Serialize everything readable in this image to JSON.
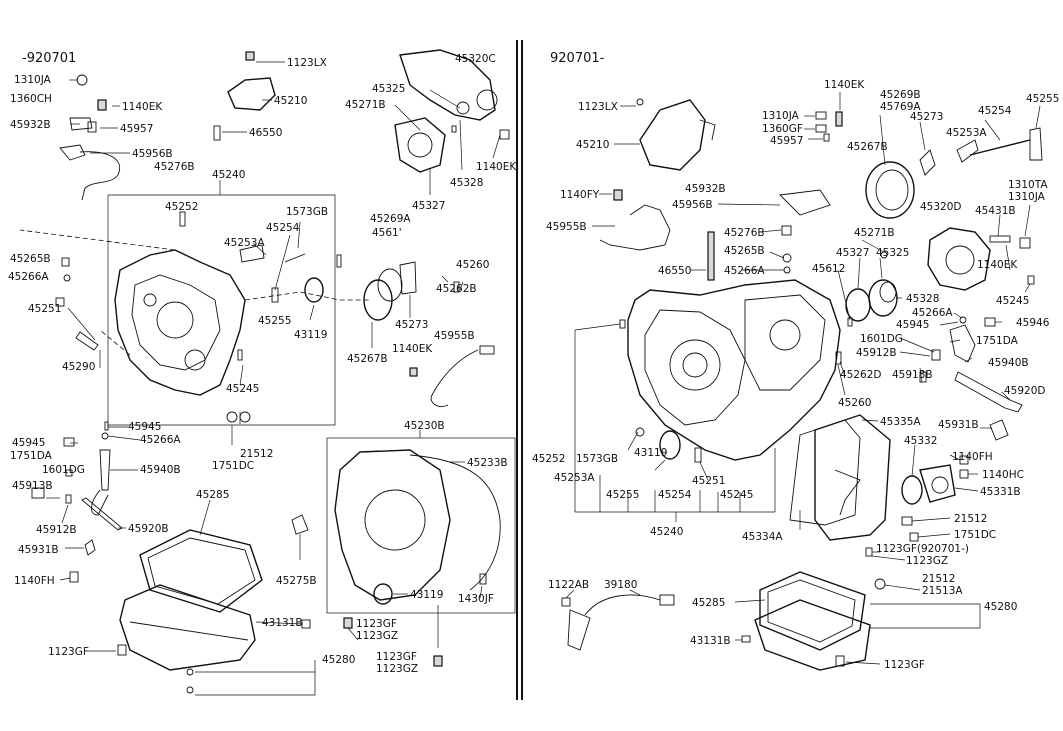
{
  "left_panel": {
    "header": "-920701",
    "labels": {
      "p1310JA": "1310JA",
      "p1360CH": "1360CH",
      "p1140EK": "1140EK",
      "p45932B": "45932B",
      "p45957": "45957",
      "p45956B": "45956B",
      "p1123LX": "1123LX",
      "p45210": "45210",
      "p46550": "46550",
      "p45276B": "45276B",
      "p45240": "45240",
      "p45252": "45252",
      "p1573GB": "1573GB",
      "p45254": "45254",
      "p45253A": "45253A",
      "p45265B": "45265B",
      "p45266A_a": "45266A",
      "p45251": "45251",
      "p45290": "45290",
      "p45255": "45255",
      "p43119": "43119",
      "p45245": "45245",
      "p45320C": "45320C",
      "p45325": "45325",
      "p45271B": "45271B",
      "p45328": "45328",
      "p1140EK_b": "1140EK",
      "p45327": "45327",
      "p45269A": "45269A",
      "p4561": "4561'",
      "p45260": "45260",
      "p45262B": "45262B",
      "p45273": "45273",
      "p45267B": "45267B",
      "p1140EK_c": "1140EK",
      "p45955B": "45955B",
      "p45945a": "45945",
      "p45266A_b": "45266A",
      "p45945b": "45945",
      "p1751DA": "1751DA",
      "p1601DG": "1601DG",
      "p45940B": "45940B",
      "p45913B": "45913B",
      "p45912B": "45912B",
      "p45920B": "45920B",
      "p45931B": "45931B",
      "p1140FH": "1140FH",
      "p21512": "21512",
      "p1751DC": "1751DC",
      "p45285": "45285",
      "p45275B": "45275B",
      "p43131B": "43131B",
      "p1123GF": "1123GF",
      "p45280": "45280",
      "p45230B": "45230B",
      "p45233B": "45233B",
      "p43119b": "43119",
      "p1430JF": "1430JF",
      "p1123GF2": "1123GF",
      "p1123GZ": "1123GZ",
      "p1123GF3": "1123GF",
      "p1123GZ2": "1123GZ"
    }
  },
  "right_panel": {
    "header": "920701-",
    "labels": {
      "r1123LX": "1123LX",
      "r1140EK": "1140EK",
      "r1310JA": "1310JA",
      "r1360GF": "1360GF",
      "r45957": "45957",
      "r45210": "45210",
      "r45269B": "45269B",
      "r45769A": "45769A",
      "r45254": "45254",
      "r45255": "45255",
      "r45273": "45273",
      "r45253A": "45253A",
      "r45267B": "45267B",
      "r1140FY": "1140FY",
      "r45932B": "45932B",
      "r45956B": "45956B",
      "r45955B": "45955B",
      "r45271B": "45271B",
      "r45276B": "45276B",
      "r45265B": "45265B",
      "r1310TA": "1310TA",
      "r1310JA2": "1310JA",
      "r45320D": "45320D",
      "r45431B": "45431B",
      "r46550": "46550",
      "r45266A": "45266A",
      "r45327": "45327",
      "r45325": "45325",
      "r1140EK2": "1140EK",
      "r45612": "45612",
      "r45328": "45328",
      "r45266A2": "45266A",
      "r45245": "45245",
      "r45945": "45945",
      "r45946": "45946",
      "r1601DG": "1601DG",
      "r1751DA": "1751DA",
      "r45912B": "45912B",
      "r45940B": "45940B",
      "r45262D": "45262D",
      "r45913B": "45913B",
      "r45920D": "45920D",
      "r45260": "45260",
      "r45335A": "45335A",
      "r45931B": "45931B",
      "r45252": "45252",
      "r1573GB": "1573GB",
      "r43119": "43119",
      "r45251": "45251",
      "r45332": "45332",
      "r1140FH": "1140FH",
      "r1140HC": "1140HC",
      "r45253A2": "45253A",
      "r45255b": "45255",
      "r45254b": "45254",
      "r45245b": "45245",
      "r45331B": "45331B",
      "r45240": "45240",
      "r45334A": "45334A",
      "r21512": "21512",
      "r1751DC": "1751DC",
      "r1123GF920": "1123GF(920701-)",
      "r1123GZ": "1123GZ",
      "r1122AB": "1122AB",
      "r39180": "39180",
      "r45285": "45285",
      "r21512b": "21512",
      "r21513A": "21513A",
      "r45280": "45280",
      "r43131B": "43131B",
      "r1123GF": "1123GF"
    }
  }
}
